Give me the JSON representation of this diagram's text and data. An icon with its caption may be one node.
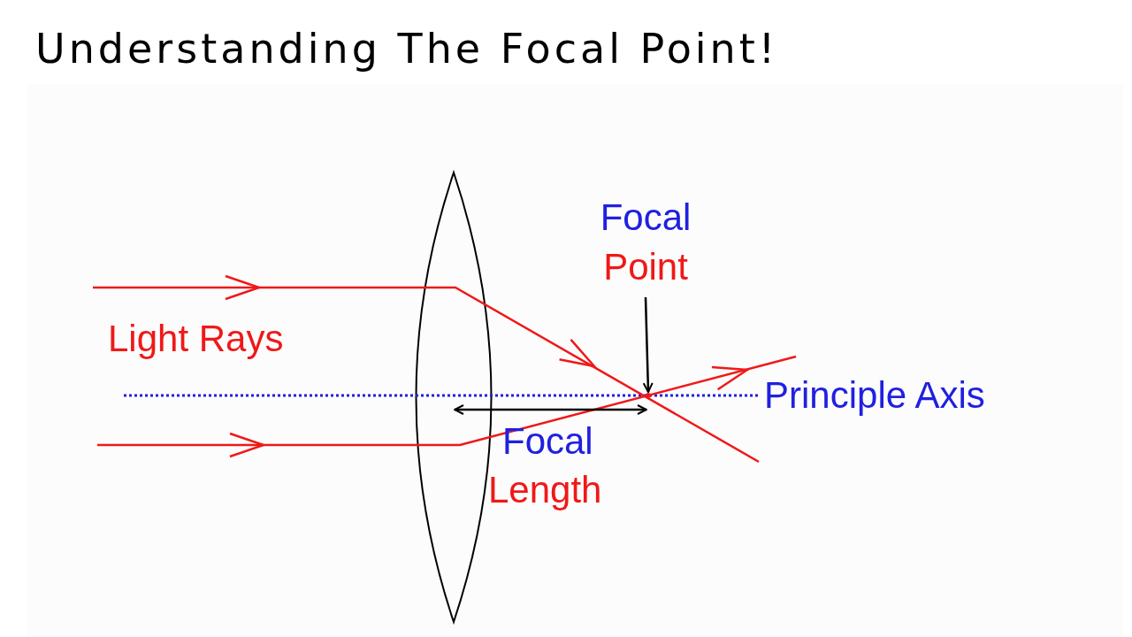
{
  "diagram": {
    "title": "Understanding The Focal Point!",
    "nodes": [
      {
        "text": [
          "Focal",
          "Point"
        ]
      },
      {
        "text": [],
        "shape": "circle"
      }
    ],
    "edges": [
      {
        "from": 0,
        "to": 1,
        "arrow": "to"
      }
    ],
    "labels": [
      "Light Rays",
      "Principle Axis",
      "Focal",
      "Length"
    ]
  }
}
